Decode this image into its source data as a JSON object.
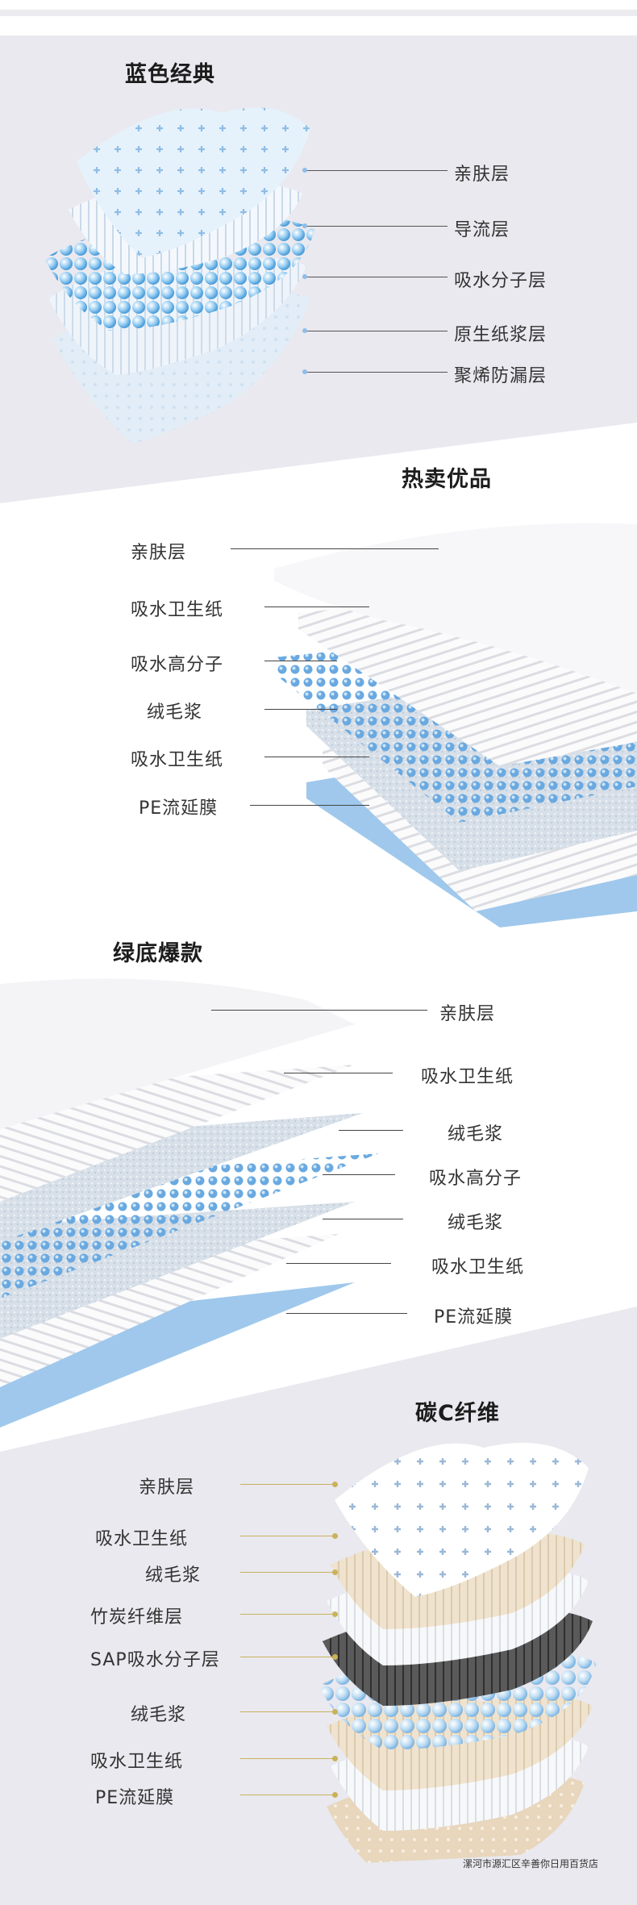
{
  "sections": [
    {
      "title": "蓝色经典",
      "labels": [
        "亲肤层",
        "导流层",
        "吸水分子层",
        "原生纸浆层",
        "聚烯防漏层"
      ]
    },
    {
      "title": "热卖优品",
      "labels": [
        "亲肤层",
        "吸水卫生纸",
        "吸水高分子",
        "绒毛浆",
        "吸水卫生纸",
        "PE流延膜"
      ]
    },
    {
      "title": "绿底爆款",
      "labels": [
        "亲肤层",
        "吸水卫生纸",
        "绒毛浆",
        "吸水高分子",
        "绒毛浆",
        "吸水卫生纸",
        "PE流延膜"
      ]
    },
    {
      "title": "碳C纤维",
      "labels": [
        "亲肤层",
        "吸水卫生纸",
        "绒毛浆",
        "竹炭纤维层",
        "SAP吸水分子层",
        "绒毛浆",
        "吸水卫生纸",
        "PE流延膜"
      ]
    }
  ],
  "footer": "漯河市源汇区辛善你日用百货店",
  "colors": {
    "section_bg": "#e9e9ef",
    "sap_blue": "#7fb8e8",
    "carbon_gray": "#555555",
    "beige": "#e8d9c0",
    "gold_dot": "#c9b25a"
  }
}
